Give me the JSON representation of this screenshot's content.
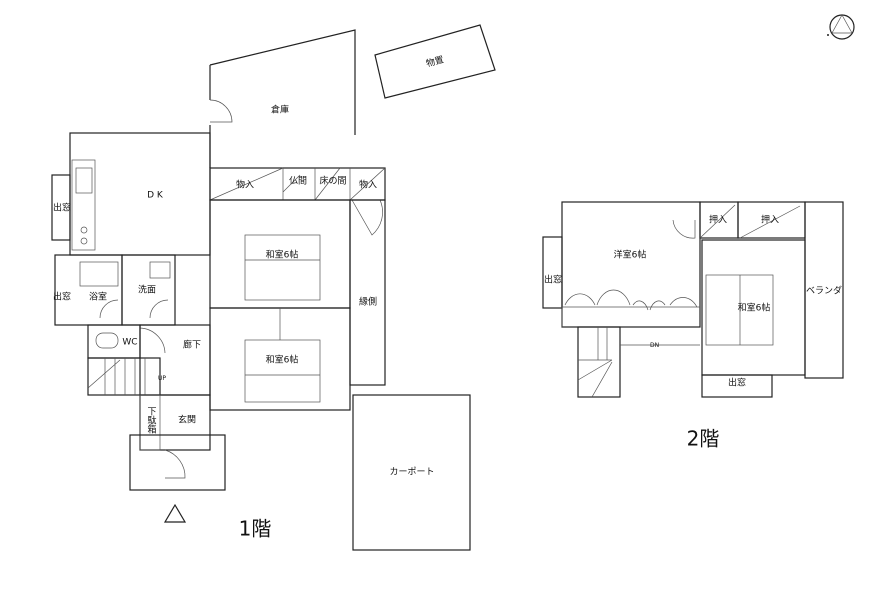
{
  "floor1": {
    "title": "1階",
    "rooms": {
      "storage": "倉庫",
      "shed": "物置",
      "dk": "D K",
      "bay_window_dk": "出窓",
      "closet_left": "物入",
      "butsuma": "仏間",
      "tokonoma": "床の間",
      "closet_right": "物入",
      "washitsu_upper": "和室6帖",
      "washitsu_lower": "和室6帖",
      "engawa": "縁側",
      "bay_window_bath": "出窓",
      "bath": "浴室",
      "washroom": "洗面",
      "wc": "WC",
      "hallway": "廊下",
      "entrance": "玄関",
      "shoe_cabinet": "下駄箱",
      "carport": "カーポート"
    },
    "stair_marker": "UP"
  },
  "floor2": {
    "title": "2階",
    "rooms": {
      "western_room": "洋室6帖",
      "bay_window_west": "出窓",
      "closet_a": "押入",
      "closet_b": "押入",
      "washitsu": "和室6帖",
      "veranda": "ベランダ",
      "bay_window_south": "出窓"
    },
    "stair_marker": "DN"
  }
}
